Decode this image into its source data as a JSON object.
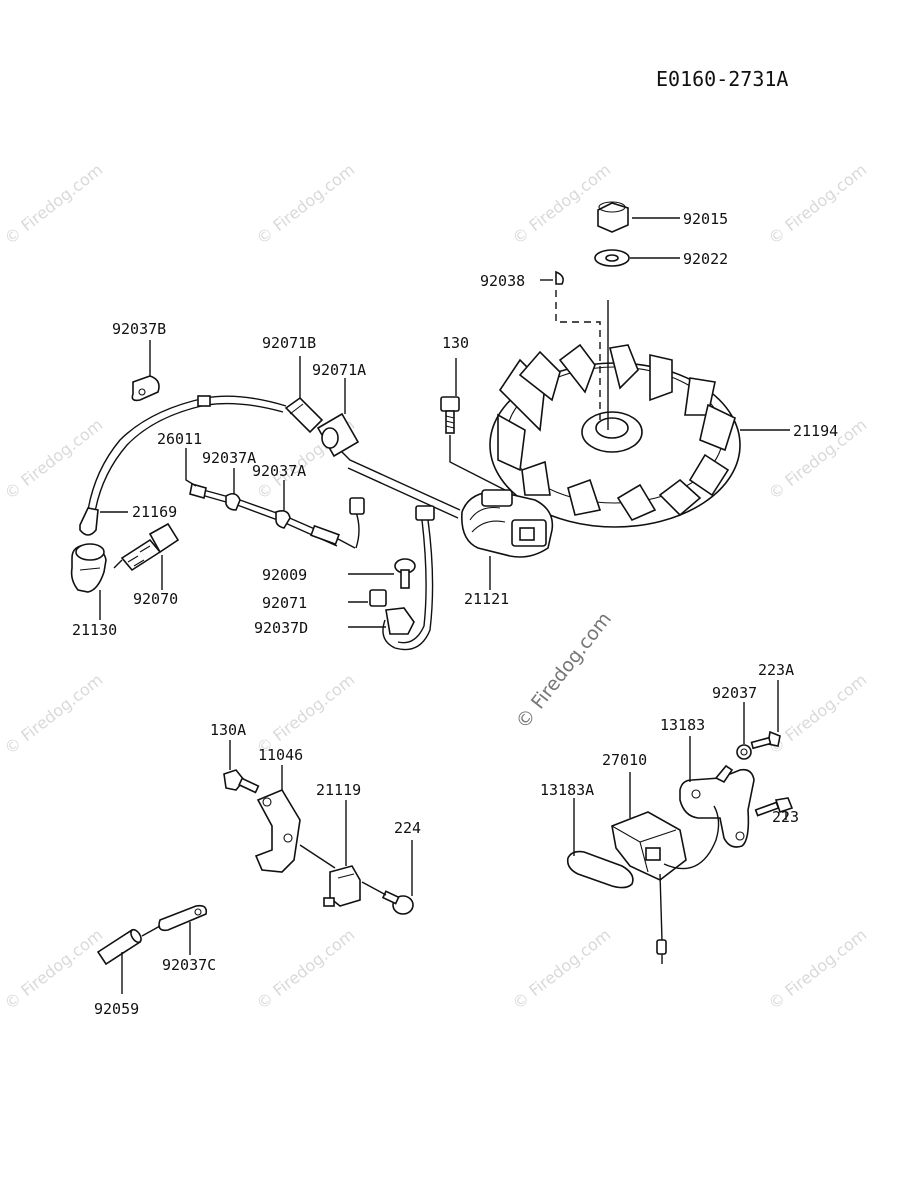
{
  "diagram": {
    "drawing_code": "E0160-2731A",
    "watermark": "© Firedog.com",
    "part_labels": {
      "p92015": "92015",
      "p92022": "92022",
      "p92038": "92038",
      "p92037B": "92037B",
      "p92071B": "92071B",
      "p92071A": "92071A",
      "p130": "130",
      "p21194": "21194",
      "p26011": "26011",
      "p92037A_1": "92037A",
      "p92037A_2": "92037A",
      "p21169": "21169",
      "p92070": "92070",
      "p21130": "21130",
      "p92009": "92009",
      "p92071": "92071",
      "p92037D": "92037D",
      "p21121": "21121",
      "p130A": "130A",
      "p11046": "11046",
      "p21119": "21119",
      "p224": "224",
      "p92037C": "92037C",
      "p92059": "92059",
      "p223A": "223A",
      "p92037": "92037",
      "p13183": "13183",
      "p27010": "27010",
      "p13183A": "13183A",
      "p223": "223"
    }
  }
}
